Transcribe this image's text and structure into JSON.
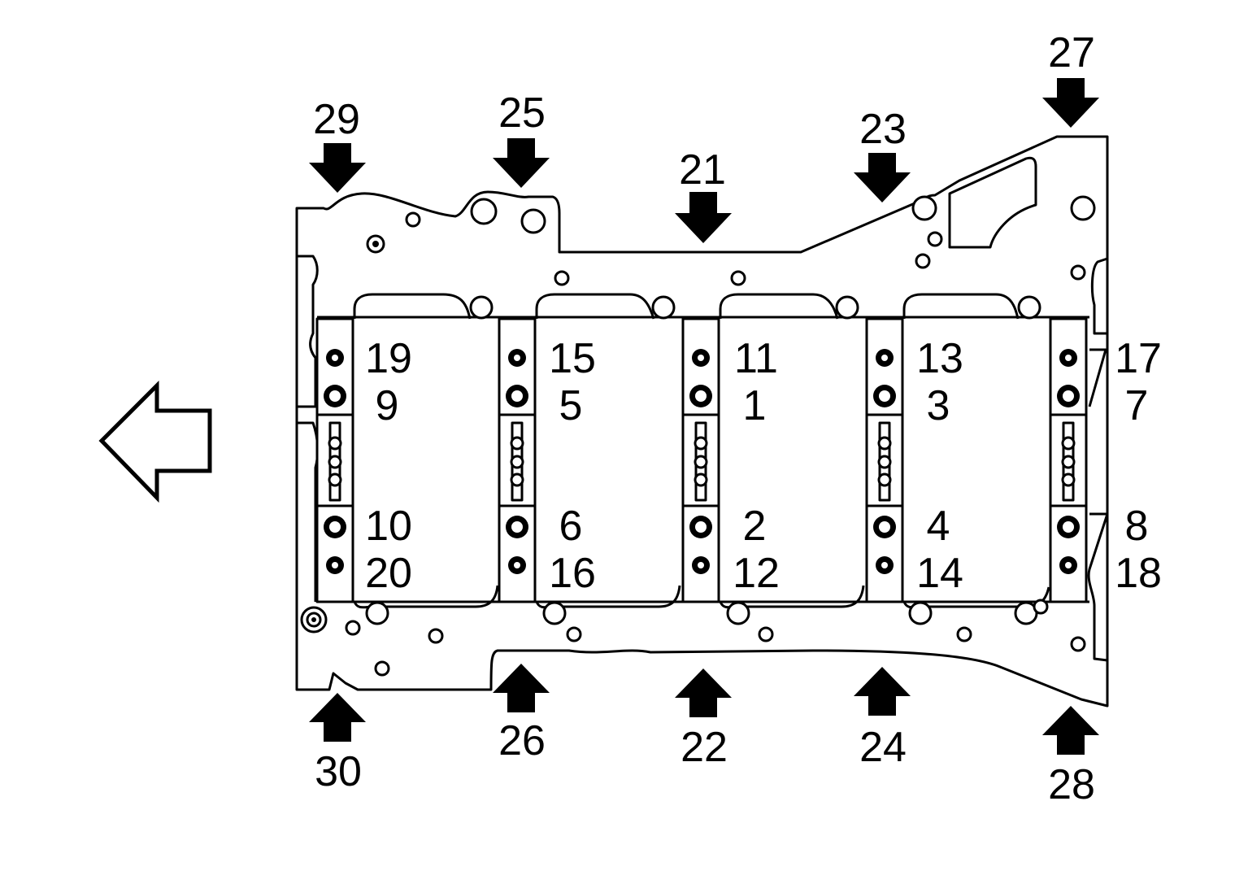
{
  "callouts": {
    "bolt_labels": [
      "19",
      "9",
      "10",
      "20",
      "15",
      "5",
      "6",
      "16",
      "11",
      "1",
      "2",
      "12",
      "13",
      "3",
      "4",
      "14",
      "17",
      "7",
      "8",
      "18"
    ],
    "top_arrow_labels": [
      "29",
      "25",
      "21",
      "23",
      "27"
    ],
    "bottom_arrow_labels": [
      "30",
      "26",
      "22",
      "24",
      "28"
    ]
  },
  "direction_indicator": {
    "icon": "hollow-left-arrow-icon",
    "direction": "left"
  },
  "colors": {
    "line": "#000000",
    "background": "#ffffff"
  }
}
